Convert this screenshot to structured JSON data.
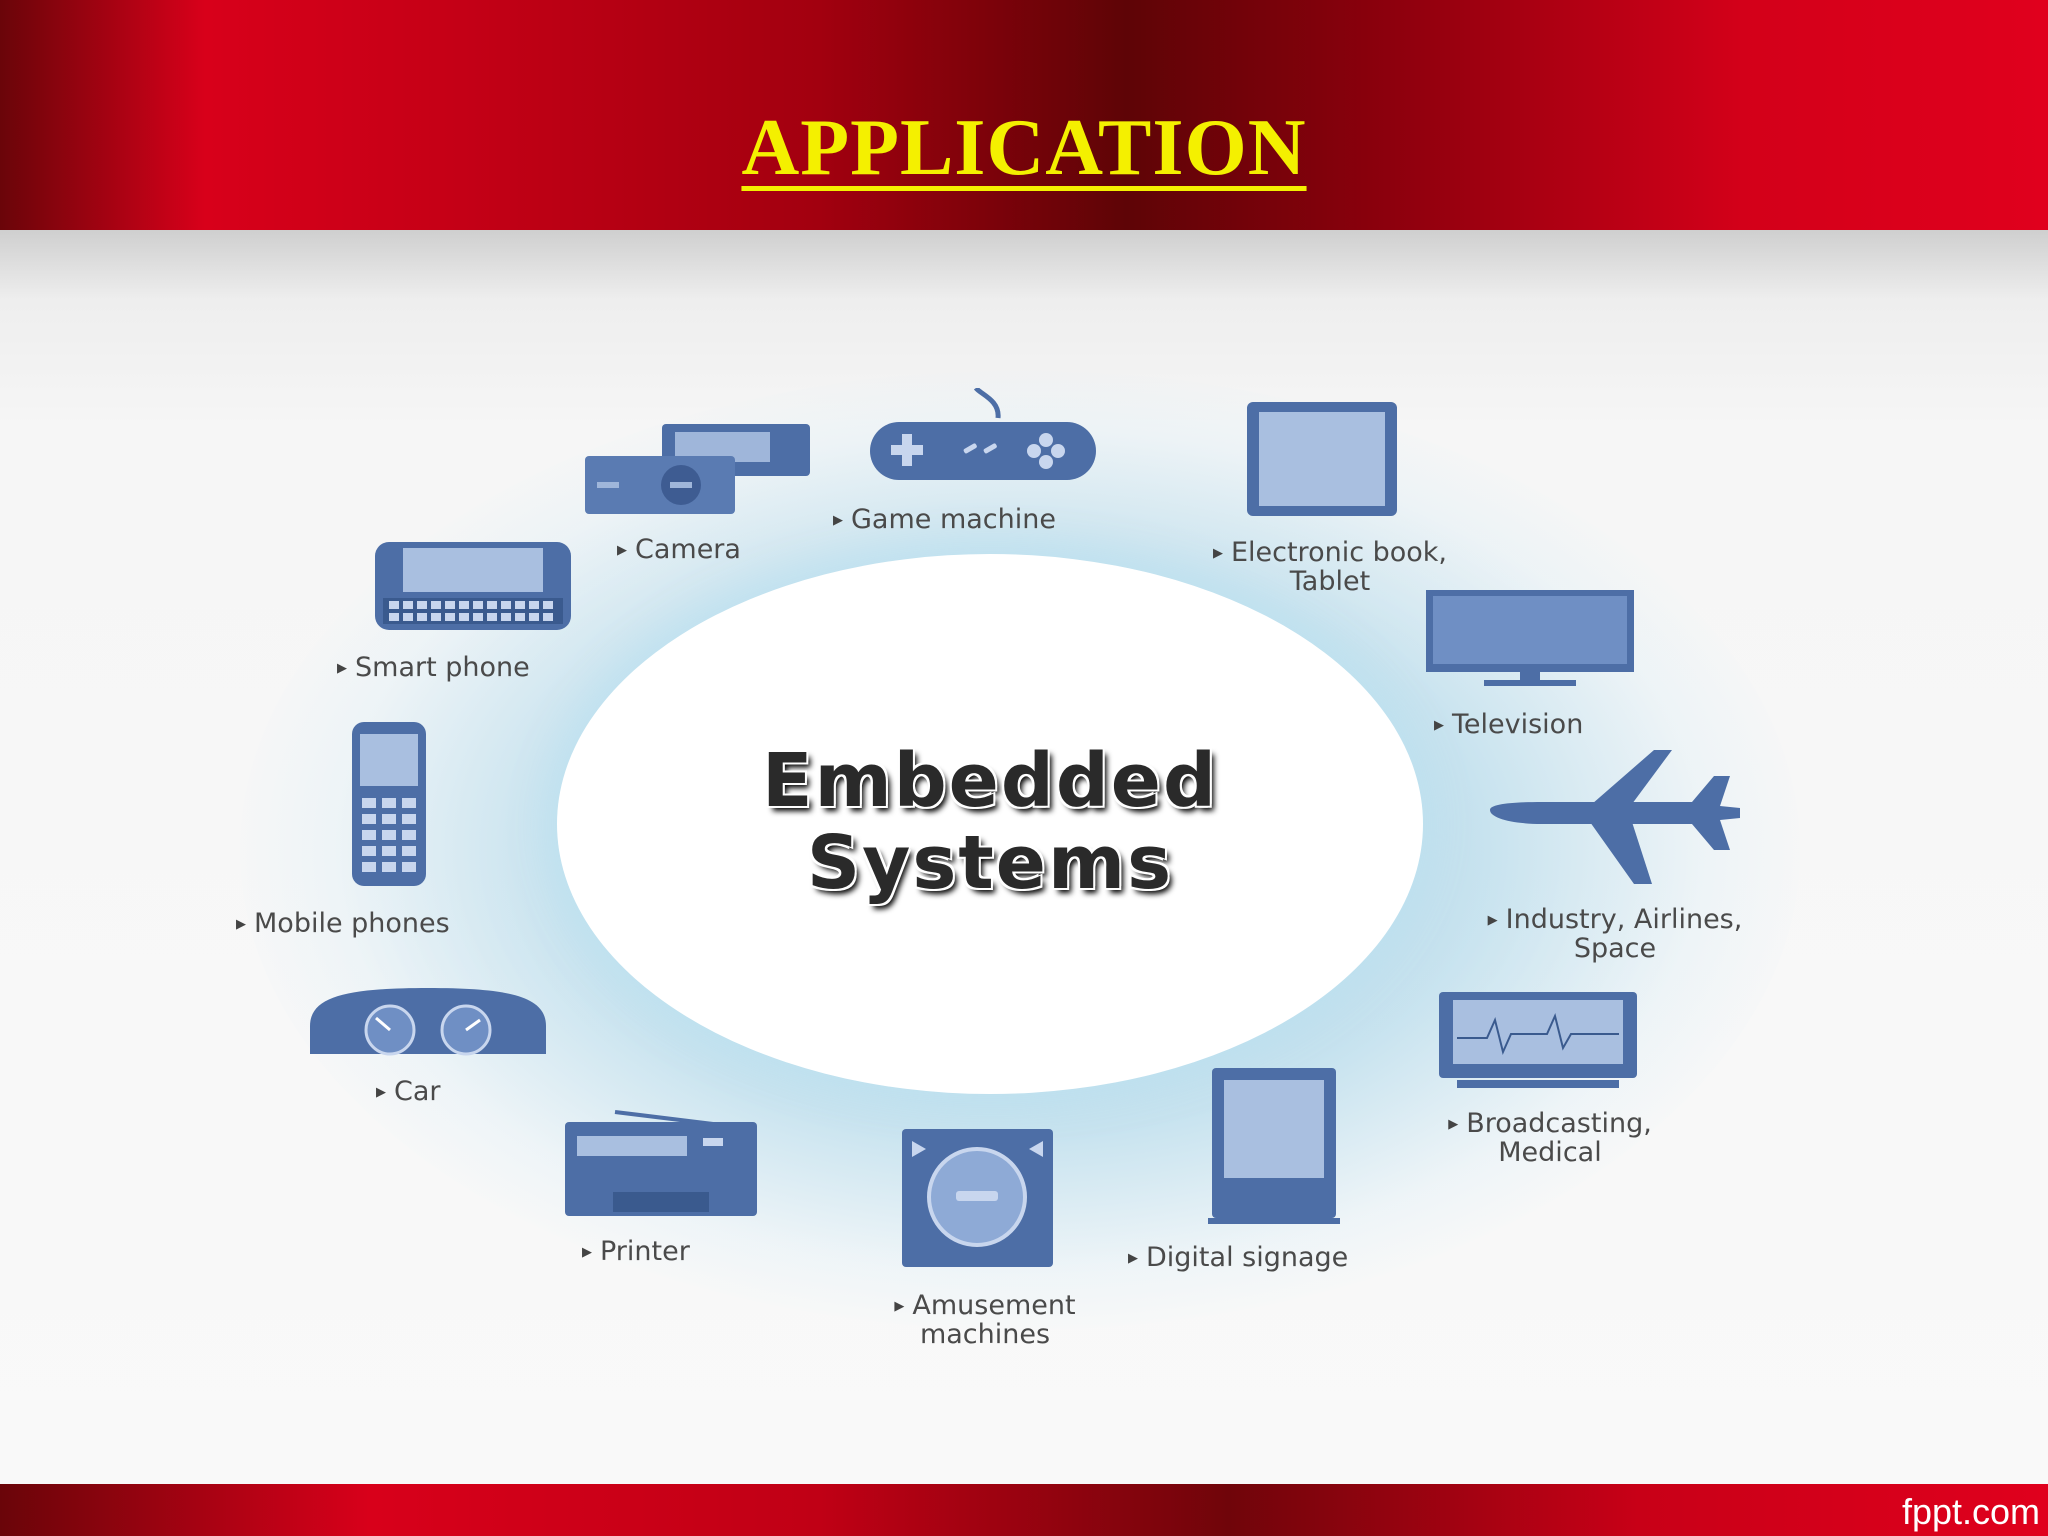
{
  "slide": {
    "title": "APPLICATION",
    "center_line1": "Embedded",
    "center_line2": "Systems",
    "brand": "fppt.com"
  },
  "labels": {
    "camera": "Camera",
    "game_machine": "Game machine",
    "ebook_line1": "Electronic book,",
    "ebook_line2": "Tablet",
    "smart_phone": "Smart phone",
    "television": "Television",
    "mobile_phones": "Mobile phones",
    "industry_line1": "Industry, Airlines,",
    "industry_line2": "Space",
    "car": "Car",
    "broadcast_line1": "Broadcasting,",
    "broadcast_line2": "Medical",
    "printer": "Printer",
    "amusement_line1": "Amusement",
    "amusement_line2": "machines",
    "digital_signage": "Digital signage"
  },
  "colors": {
    "title": "#f4f000",
    "header_red": "#d8001a",
    "icon_blue": "#4d6ea6",
    "icon_light": "#9fb6da"
  }
}
